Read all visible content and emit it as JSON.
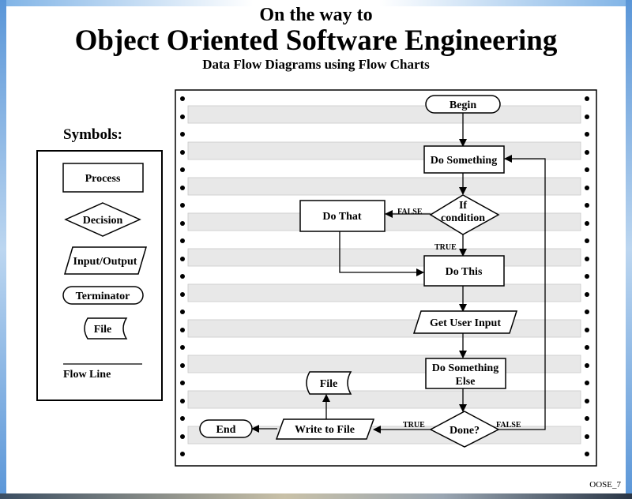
{
  "header": {
    "line1": "On the way to",
    "line2": "Object Oriented Software Engineering",
    "line3": "Data Flow Diagrams using Flow Charts"
  },
  "legend": {
    "heading": "Symbols:",
    "process": "Process",
    "decision": "Decision",
    "input_output": "Input/Output",
    "terminator": "Terminator",
    "file": "File",
    "flow_line": "Flow Line"
  },
  "flowchart": {
    "begin": "Begin",
    "do_something": "Do Something",
    "if_line1": "If",
    "if_line2": "condition",
    "false_label_1": "FALSE",
    "true_label_1": "TRUE",
    "do_that": "Do That",
    "do_this": "Do This",
    "get_user_input": "Get User Input",
    "do_something_else_line1": "Do Something",
    "do_something_else_line2": "Else",
    "done": "Done?",
    "true_label_2": "TRUE",
    "false_label_2": "FALSE",
    "write_to_file": "Write to File",
    "file": "File",
    "end": "End"
  },
  "footer": "OOSE_7"
}
